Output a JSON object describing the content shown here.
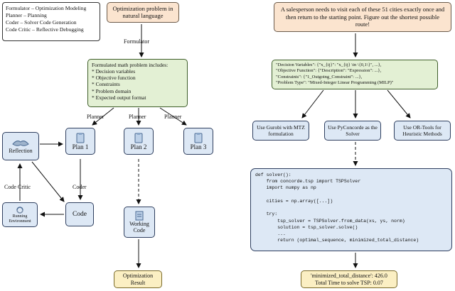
{
  "legend": {
    "lines": [
      "Formulator – Optimization Modeling",
      "Planner – Planning",
      "Coder – Solver Code Generation",
      "Code Critic – Reflective Debugging"
    ]
  },
  "left": {
    "problem_box": "Optimization problem in natural language",
    "formulator_label": "Formulator",
    "formulated": {
      "heading": "Formulated math problem includes:",
      "items": [
        "* Decision variables",
        "* Objective function",
        "* Constraints",
        "* Problem domain",
        "* Expected output format"
      ]
    },
    "planner_labels": [
      "Planner",
      "Planner",
      "Planner"
    ],
    "plans": [
      "Plan 1",
      "Plan 2",
      "Plan 3"
    ],
    "reflection": "Reflection",
    "code_critic_label": "Code Critic",
    "coder_label": "Coder",
    "code": "Code",
    "running_env": [
      "Running",
      "Environment"
    ],
    "working_code": [
      "Working",
      "Code"
    ],
    "result": [
      "Optimization",
      "Result"
    ]
  },
  "right": {
    "question": "A salesperson needs to visit each of these 51 cities exactly once and then return to the starting point. Figure out the shortest possible route!",
    "structured_lines": [
      "\"Decision Variables\": {\"x_{ij}\": \"x_{ij} \\in \\{0,1\\}\", ...},",
      "\"Objective Function\": {\"Description\": \"Expression\": ...},",
      "\"Constraints\": {\"1_Outgoing_Constraint\": ...},",
      "\"Problem Type\": \"Mixed-Integer Linear Programming (MILP)\""
    ],
    "methods": [
      "Use Gurobi with MTZ formulation",
      "Use PyConcorde as the Solver",
      "Use OR-Tools for Heuristic Methods"
    ],
    "code_lines": [
      "def solver():",
      "    from concorde.tsp import TSPSolver",
      "    import numpy as np",
      "",
      "    cities = np.array([...])",
      "",
      "    try:",
      "        tsp_solver = TSPSolver.from_data(xs, ys, norm)",
      "        solution = tsp_solver.solve()",
      "        ...",
      "        return (optimal_sequence, minimized_total_distance)"
    ],
    "final": [
      "'minimized_total_distance': 426.0",
      "Total Time to solve TSP: 0.07"
    ]
  },
  "icons": [
    "clipboard-icon",
    "reflection-icon",
    "recycle-icon",
    "code-document-icon"
  ],
  "colors": {
    "peach": "#fbe4cf",
    "green": "#e3f0d4",
    "blue": "#dde8f5",
    "yellow": "#fbefc3"
  }
}
